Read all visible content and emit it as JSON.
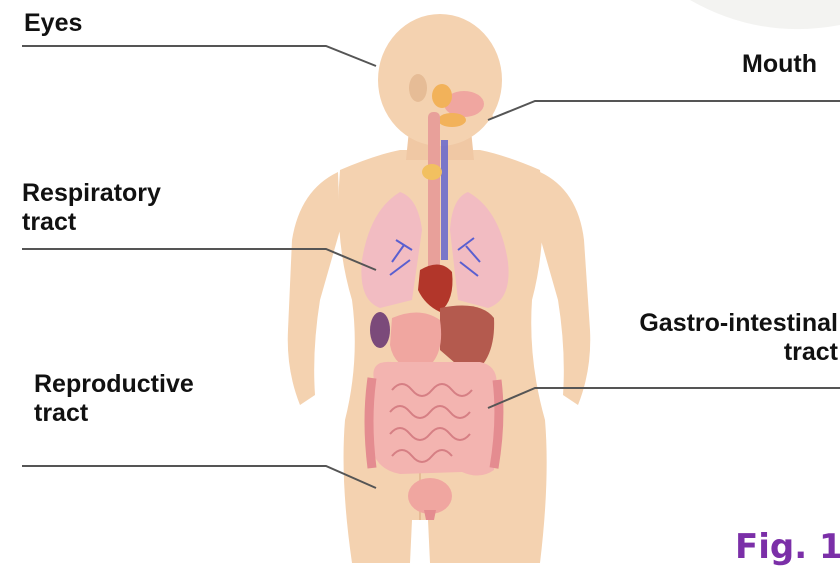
{
  "labels": {
    "eyes": "Eyes",
    "mouth": "Mouth",
    "respiratory": [
      "Respiratory",
      "tract"
    ],
    "gastro": [
      "Gastro-intestinal",
      "tract"
    ],
    "reproductive": [
      "Reproductive",
      "tract"
    ]
  },
  "figure_label": "Fig. 1",
  "colors": {
    "skin": "#f4d2b0",
    "skin_shadow": "#e6bc96",
    "lung": "#f2bcc2",
    "bronchi": "#5a5fd0",
    "heart": "#b2362a",
    "liver": "#b45a4e",
    "stomach": "#f0a6a0",
    "intestine": "#ee9ea0",
    "leader_line": "#555555",
    "figure_label": "#7b2fa8"
  }
}
